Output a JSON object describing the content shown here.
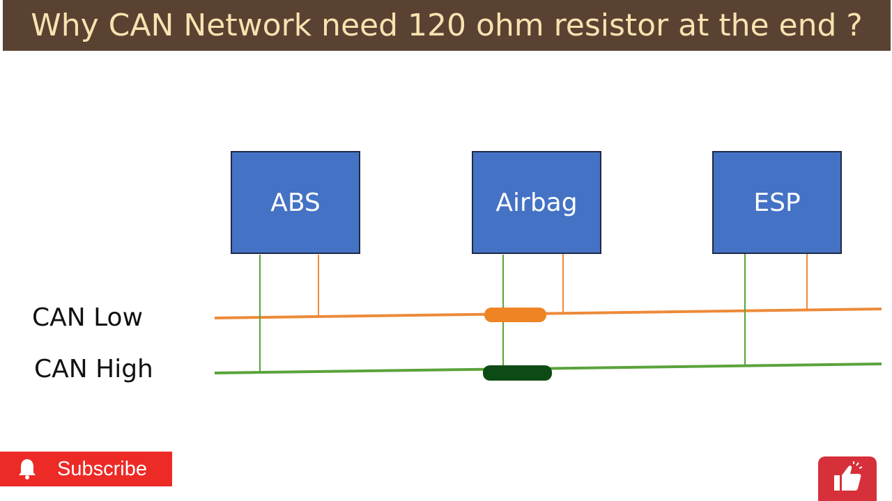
{
  "header": {
    "title": "Why CAN Network need 120 ohm resistor at the end ?"
  },
  "diagram": {
    "ecus": [
      {
        "label": "ABS"
      },
      {
        "label": "Airbag"
      },
      {
        "label": "ESP"
      }
    ],
    "bus_lines": {
      "low_label": "CAN Low",
      "high_label": "CAN High"
    },
    "colors": {
      "ecu_fill": "#4472c4",
      "can_low": "#ed8a3a",
      "can_high": "#5aa33a",
      "title_bar": "#5a4232",
      "title_text": "#f6e3b0"
    }
  },
  "overlay": {
    "subscribe_label": "Subscribe",
    "bell_icon": "bell-icon",
    "like_icon": "thumbs-up-icon"
  }
}
